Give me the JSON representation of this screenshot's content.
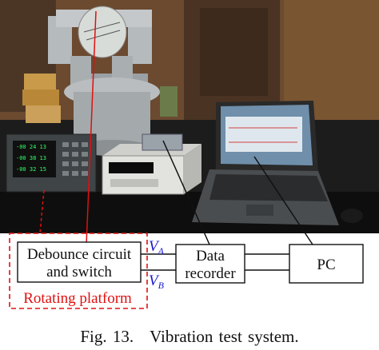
{
  "figure": {
    "blocks": {
      "debounce_line1": "Debounce circuit",
      "debounce_line2": "and switch",
      "rotating_platform": "Rotating platform",
      "data_recorder_line1": "Data",
      "data_recorder_line2": "recorder",
      "pc": "PC"
    },
    "signals": {
      "va_main": "V",
      "va_sub": "A",
      "vb_main": "V",
      "vb_sub": "B"
    },
    "colors": {
      "pointer_line": "#e01010",
      "platform_border": "#e01010",
      "platform_text": "#e01010",
      "signal_text": "#1a1ad0",
      "box_border": "#111111"
    }
  },
  "caption": {
    "label": "Fig. 13.",
    "text": "Vibration test system."
  }
}
